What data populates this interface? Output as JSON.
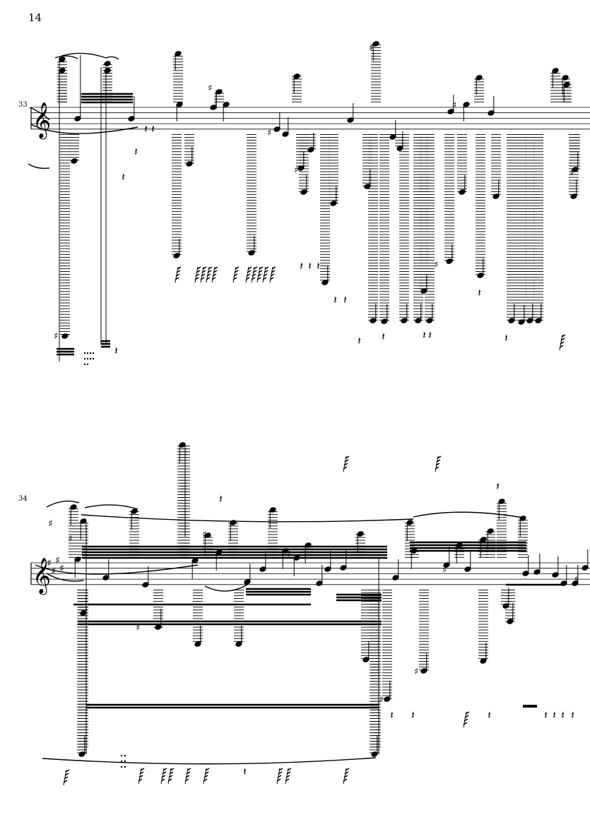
{
  "page": {
    "number": "14"
  },
  "systems": [
    {
      "measure_number": "33",
      "clef": "treble",
      "key": "C major"
    },
    {
      "measure_number": "34",
      "clef": "treble",
      "key": "four sharps"
    }
  ]
}
